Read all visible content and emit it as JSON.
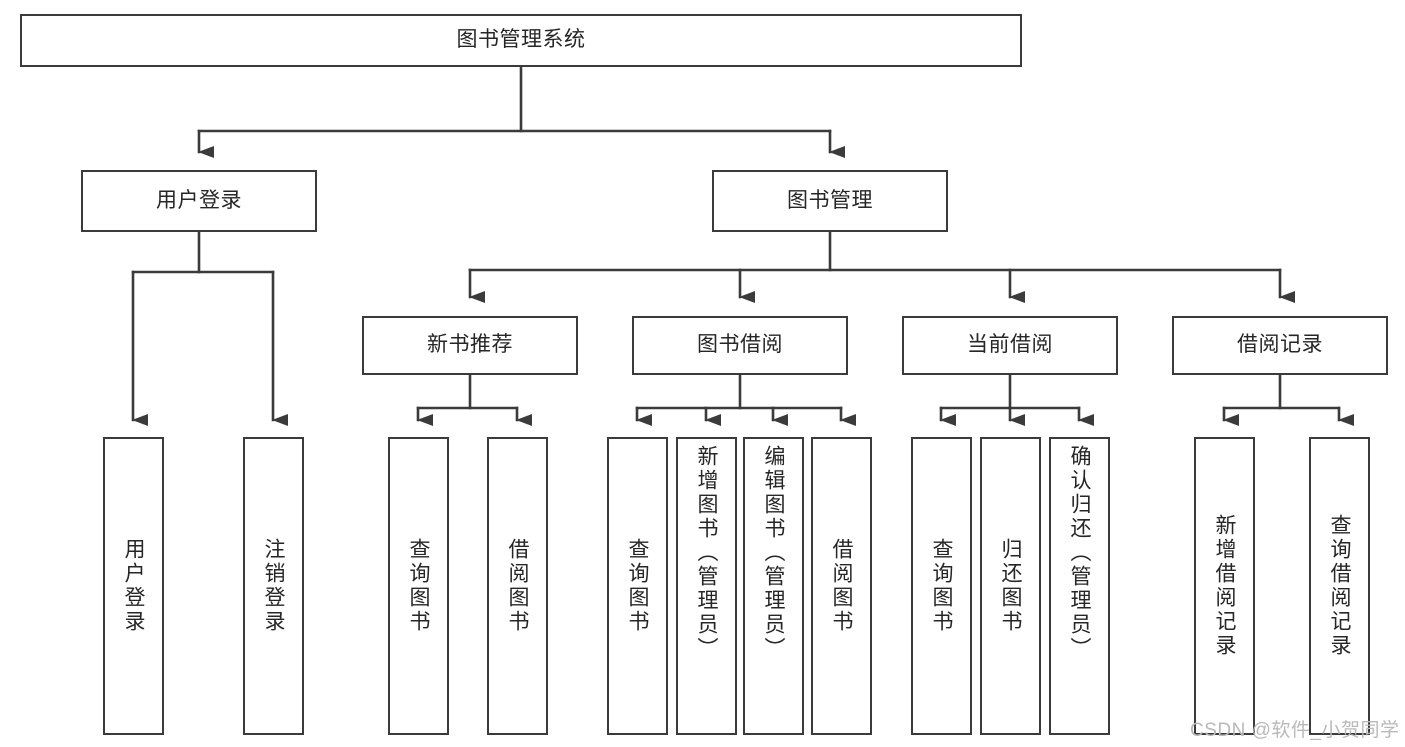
{
  "diagram": {
    "title": "图书管理系统",
    "type": "tree-hierarchy-diagram",
    "theme": {
      "background": "#ffffff",
      "box_border": "#3b3b3b",
      "box_fill": "#ffffff",
      "text": "#262626",
      "connector": "#3b3b3b",
      "watermark_color": "#b9b9b9"
    },
    "root": {
      "id": "root",
      "label": "图书管理系统"
    },
    "level1": [
      {
        "id": "user-login",
        "label": "用户登录"
      },
      {
        "id": "book-manage",
        "label": "图书管理"
      }
    ],
    "level2": [
      {
        "id": "new-book-rec",
        "label": "新书推荐",
        "parent": "book-manage"
      },
      {
        "id": "book-borrow",
        "label": "图书借阅",
        "parent": "book-manage"
      },
      {
        "id": "current-borrow",
        "label": "当前借阅",
        "parent": "book-manage"
      },
      {
        "id": "borrow-record",
        "label": "借阅记录",
        "parent": "book-manage"
      }
    ],
    "leaves": {
      "user-login": [
        {
          "id": "leaf-user-login",
          "label": "用户登录"
        },
        {
          "id": "leaf-logout",
          "label": "注销登录"
        }
      ],
      "new-book-rec": [
        {
          "id": "leaf-query-book-1",
          "label": "查询图书"
        },
        {
          "id": "leaf-borrow-book-1",
          "label": "借阅图书"
        }
      ],
      "book-borrow": [
        {
          "id": "leaf-query-book-2",
          "label": "查询图书"
        },
        {
          "id": "leaf-add-book",
          "label": "新增图书（管理员）"
        },
        {
          "id": "leaf-edit-book",
          "label": "编辑图书（管理员）"
        },
        {
          "id": "leaf-borrow-book-2",
          "label": "借阅图书"
        }
      ],
      "current-borrow": [
        {
          "id": "leaf-query-book-3",
          "label": "查询图书"
        },
        {
          "id": "leaf-return-book",
          "label": "归还图书"
        },
        {
          "id": "leaf-confirm-return",
          "label": "确认归还（管理员）"
        }
      ],
      "borrow-record": [
        {
          "id": "leaf-add-record",
          "label": "新增借阅记录"
        },
        {
          "id": "leaf-query-record",
          "label": "查询借阅记录"
        }
      ]
    },
    "watermark": "CSDN @软件_小贺同学"
  }
}
